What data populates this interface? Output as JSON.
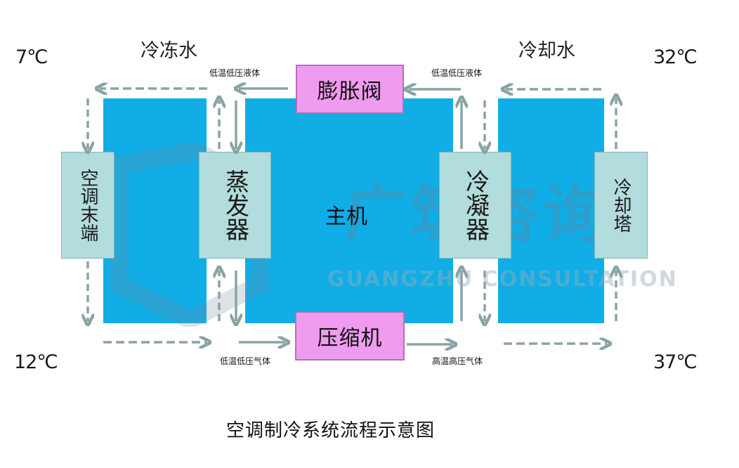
{
  "temps": {
    "top_left": "7℃",
    "bottom_left": "12℃",
    "top_right": "32℃",
    "bottom_right": "37℃"
  },
  "headings": {
    "chilled_water": "冷冻水",
    "cooling_water": "冷却水"
  },
  "flow_labels": {
    "low_temp_low_pressure_liquid_left": "低温低压液体",
    "low_temp_low_pressure_liquid_right": "低温低压液体",
    "low_temp_low_pressure_gas": "低温低压气体",
    "high_temp_high_pressure_gas": "高温高压气体"
  },
  "components": {
    "ac_terminal": "空调末端",
    "evaporator": "蒸发器",
    "main_unit": "主机",
    "condenser": "冷凝器",
    "cooling_tower": "冷却塔",
    "expansion_valve": "膨胀阀",
    "compressor": "压缩机"
  },
  "watermark": {
    "cn": "广筑咨询",
    "en": "GUANGZHU CONSULTATION"
  },
  "caption": "空调制冷系统流程示意图",
  "colors": {
    "blue": "#10ade6",
    "component_box": "#b3dcdc",
    "valve_box": "#ef9bef",
    "arrow": "#8aa3a5"
  }
}
